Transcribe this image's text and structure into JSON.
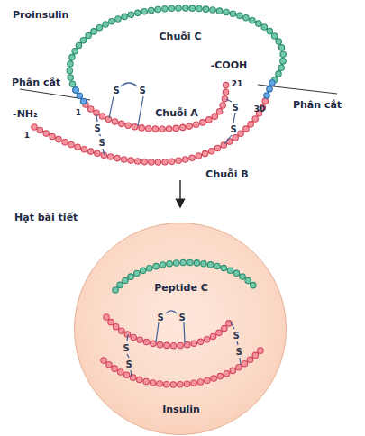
{
  "diagram": {
    "nodes": [
      {
        "text": [
          "Hạt bài tiết",
          "Peptide C",
          "Insulin"
        ]
      }
    ],
    "labels": [
      "Proinsulin",
      "Chuỗi C",
      "Phân cắt",
      "1",
      "S",
      "S",
      "-COOH",
      "21",
      "-NH₂",
      "1",
      "S",
      "Chuỗi A",
      "S",
      "S",
      "S",
      "30",
      "Phân cắt",
      "Chuỗi B",
      "S",
      "S",
      "S",
      "S",
      "S",
      "S"
    ]
  }
}
